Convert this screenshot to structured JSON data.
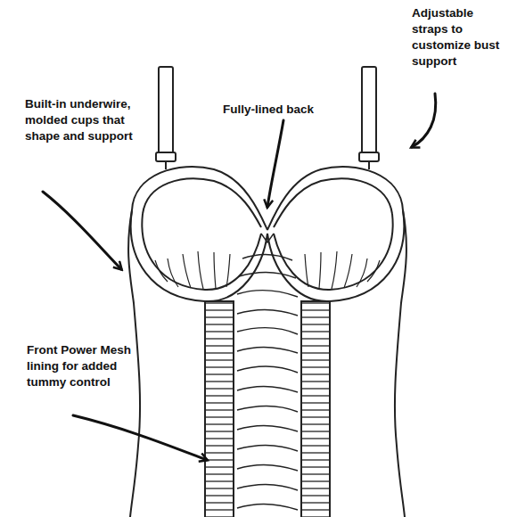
{
  "diagram": {
    "labels": [
      "Adjustable straps to customize bust support",
      "Built-in underwire, molded cups that shape and support",
      "Fully-lined back",
      "Front Power Mesh lining for added tummy control"
    ]
  }
}
